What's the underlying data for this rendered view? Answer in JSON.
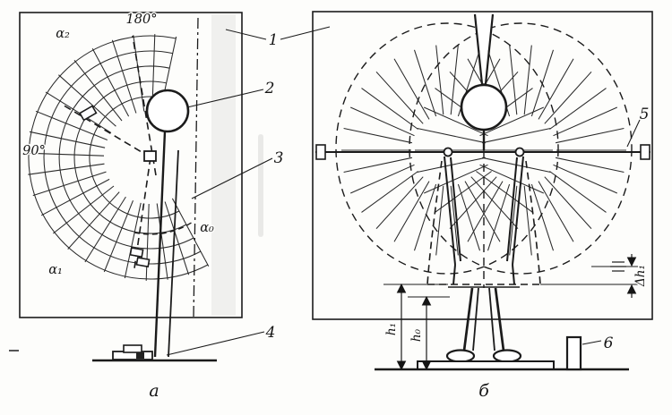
{
  "diagram": {
    "left": {
      "caption": "а",
      "labels": {
        "alpha2": "α₂",
        "deg_180": "180°",
        "deg_90": "90°",
        "alpha1": "α₁",
        "alpha0": "α₀"
      },
      "callouts": {
        "n1": "1",
        "n2": "2",
        "n3": "3",
        "n4": "4"
      }
    },
    "right": {
      "caption": "б",
      "callouts": {
        "n5": "5",
        "n6": "6"
      },
      "dimensions": {
        "h1": "h₁",
        "h0": "h₀",
        "dh1": "Δh₁"
      }
    }
  }
}
